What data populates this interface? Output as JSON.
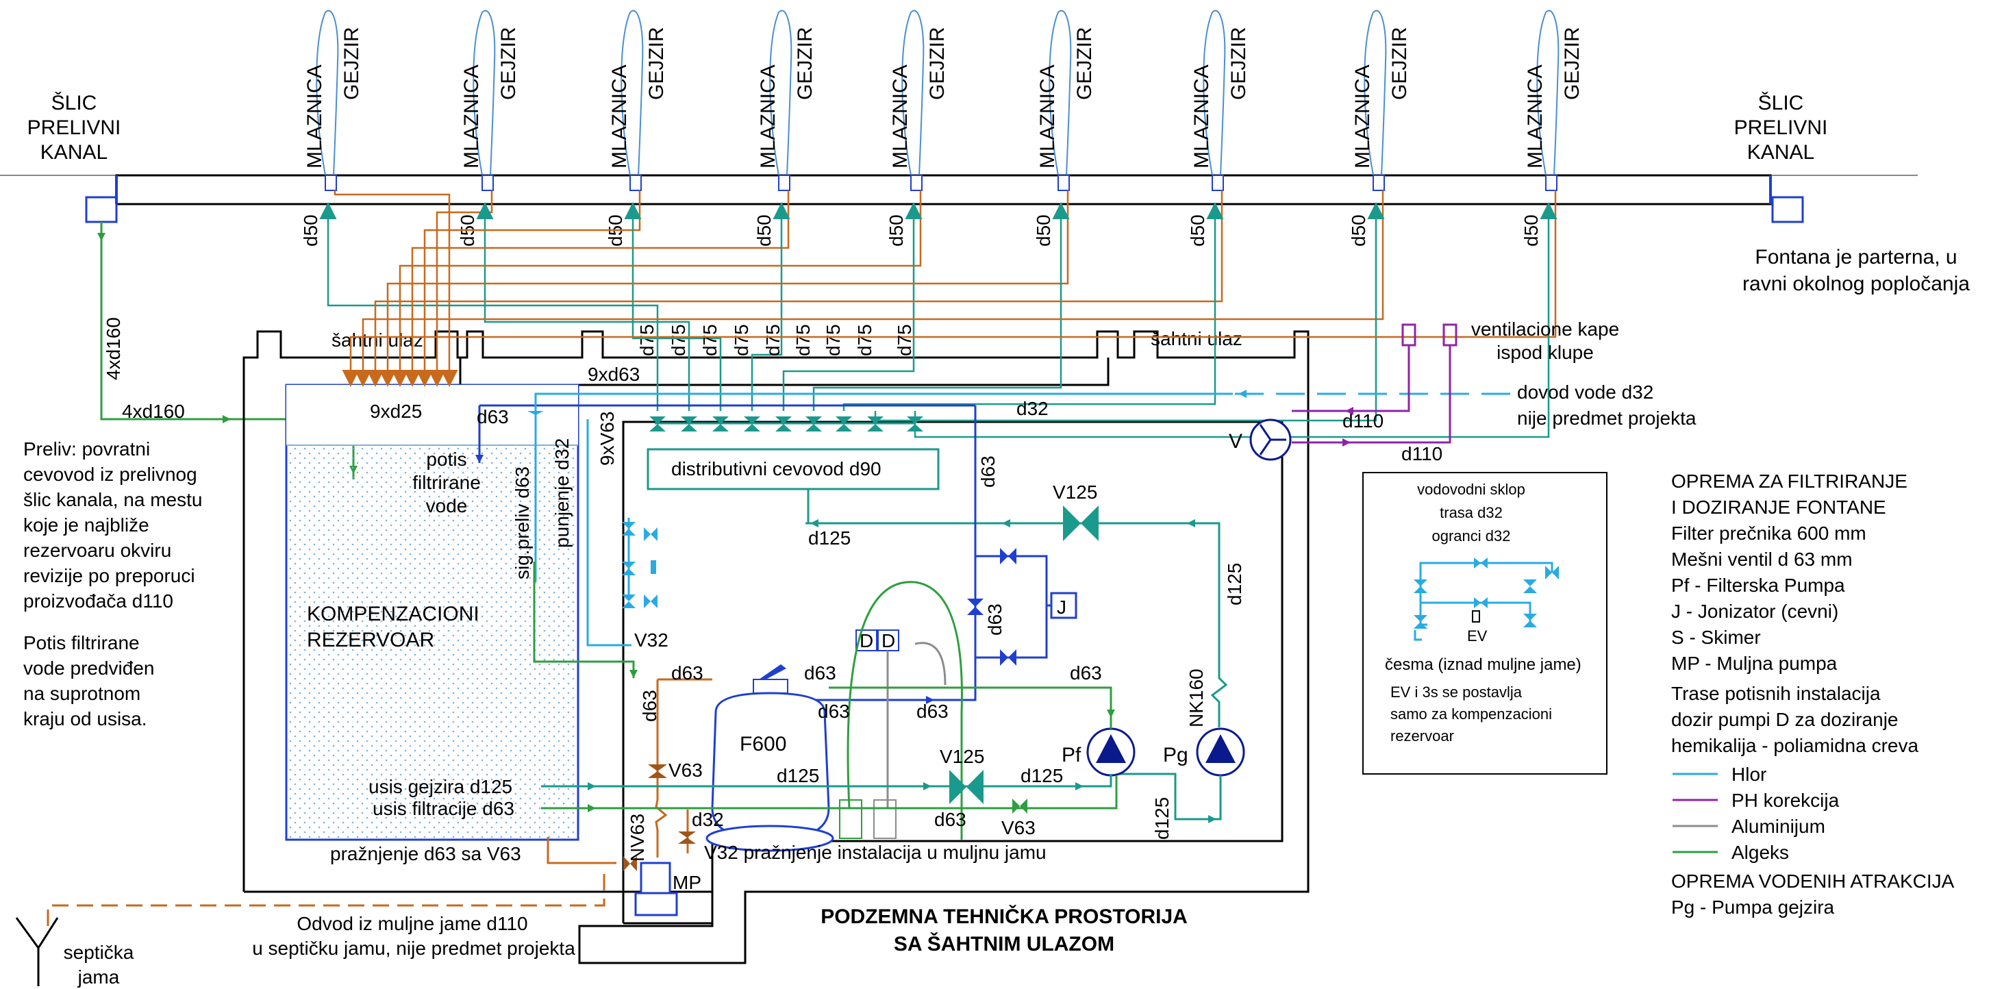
{
  "top_labels": {
    "slic_left": [
      "ŠLIC",
      "PRELIVNI",
      "KANAL"
    ],
    "slic_right": [
      "ŠLIC",
      "PRELIVNI",
      "KANAL"
    ],
    "mlaznica": "MLAZNICA",
    "gejzir": "GEJZIR",
    "d50": "d50",
    "fountain_note": [
      "Fontana je parterna, u",
      "ravni okolnog popločanja"
    ]
  },
  "vent": {
    "label": [
      "ventilacione kape",
      "ispod klupe"
    ],
    "d110": "d110",
    "v_symbol": "V"
  },
  "water_supply": [
    "dovod vode d32",
    "nije predmet projekta"
  ],
  "pipes": {
    "d75": "d75",
    "d63": "d63",
    "d32": "d32",
    "d25": "9xd25",
    "d63x9": "9xd63",
    "v63x9": "9xV63",
    "d125": "d125",
    "d90": "distributivni cevovod d90",
    "xd160": "4xd160",
    "sahtni_ulaz": "šahtni ulaz"
  },
  "left_notes": {
    "preliv": [
      "Preliv: povratni",
      "cevovod iz prelivnog",
      "šlic kanala, na mestu",
      "koje je najbliže",
      "rezervoaru okviru",
      "revizije po preporuci",
      "proizvođača d110"
    ],
    "potis": [
      "Potis filtrirane",
      "vode predviđen",
      "na suprotnom",
      "kraju od usisa."
    ]
  },
  "tank": {
    "title": [
      "KOMPENZACIONI",
      "REZERVOAR"
    ],
    "potis": [
      "potis",
      "filtrirane",
      "vode"
    ],
    "sig": "sig.preliv d63",
    "punjenje": "punjenje d32"
  },
  "equipment": {
    "v125": "V125",
    "v63": "V63",
    "v32": "V32",
    "nv63": "NV63",
    "nk160": "NK160",
    "f600": "F600",
    "pf": "Pf",
    "pg": "Pg",
    "mp": "MP",
    "j": "J",
    "d": "D"
  },
  "bottom_labels": {
    "usis_gejzira": "usis gejzira d125",
    "usis_filtracije": "usis filtracije d63",
    "praznjenje_v63": "pražnjenje d63 sa V63",
    "praznjenje_instal": "V32 pražnjenje instalacija u muljnu jamu",
    "odvod": [
      "Odvod iz muljne jame d110",
      "u septičku jamu, nije predmet projekta"
    ],
    "septicka": [
      "septička",
      "jama"
    ],
    "room_title": [
      "PODZEMNA TEHNIČKA PROSTORIJA",
      "SA ŠAHTNIM ULAZOM"
    ]
  },
  "inset": {
    "title": [
      "vodovodni sklop",
      "trasa d32",
      "ogranci d32"
    ],
    "ev": "EV",
    "cesma": "česma  (iznad muljne jame)",
    "note": [
      "EV i 3s se postavlja",
      "samo za kompenzacioni",
      "rezervoar"
    ]
  },
  "legend": {
    "title1": [
      "OPREMA ZA FILTRIRANJE",
      "I DOZIRANJE FONTANE"
    ],
    "items1": [
      "Filter prečnika 600 mm",
      "Mešni ventil d 63 mm",
      "Pf - Filterska Pumpa",
      "J - Jonizator (cevni)",
      "S - Skimer",
      "MP - Muljna pumpa"
    ],
    "dosing": [
      "Trase potisnih instalacija",
      "dozir pumpi D za doziranje",
      "hemikalija - poliamidna creva"
    ],
    "lines": [
      {
        "label": "Hlor",
        "color": "#29abe2"
      },
      {
        "label": "PH korekcija",
        "color": "#8e24aa"
      },
      {
        "label": "Aluminijum",
        "color": "#8c8c8c"
      },
      {
        "label": "Algeks",
        "color": "#2e9e3e"
      }
    ],
    "title2": "OPREMA VODENIH ATRAKCIJA",
    "items2": [
      "Pg - Pumpa gejzira"
    ]
  },
  "colors": {
    "orange": "#c8691c",
    "teal": "#1a9a8c",
    "blue": "#1f3fd0",
    "green": "#2e9e3e",
    "cyan": "#29abe2",
    "purple": "#8e24aa",
    "navy": "#0a1a8c"
  }
}
